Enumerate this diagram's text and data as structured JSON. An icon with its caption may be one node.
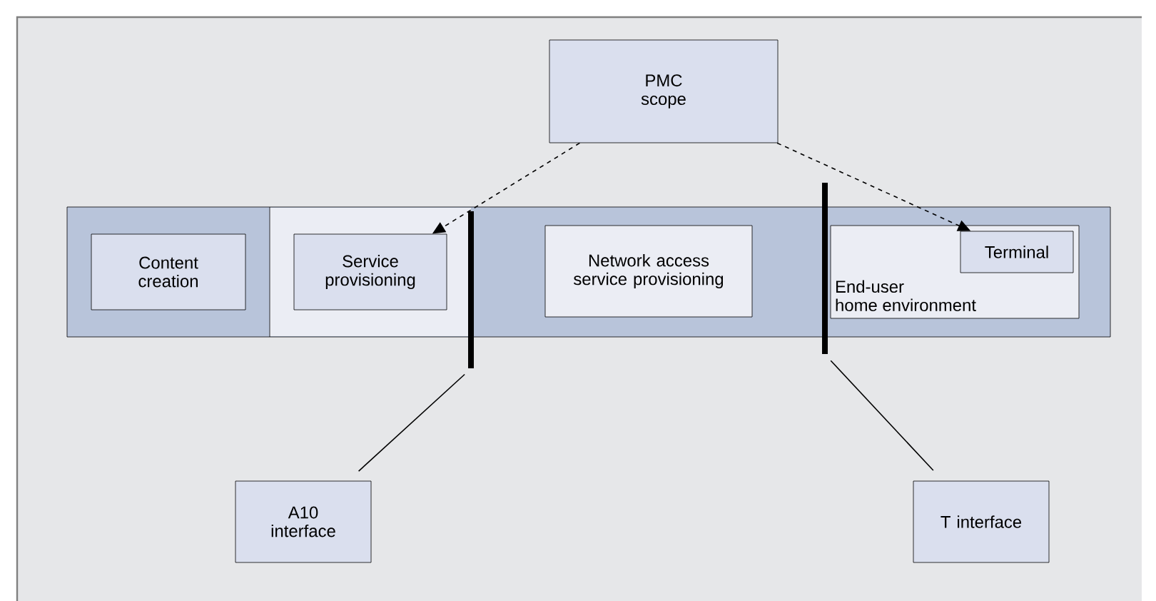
{
  "diagram": {
    "nodes": [
      {
        "text": [
          "PMC scope"
        ]
      },
      {
        "text": [],
        "shape": "box"
      },
      {
        "text": [
          "Content creation"
        ],
        "in": 1
      },
      {
        "text": [
          "Service provisioning"
        ],
        "in": 1
      },
      {
        "text": [
          "Network access service provisioning"
        ],
        "in": 1
      },
      {
        "text": [
          "End-user home environment"
        ],
        "in": 1
      },
      {
        "text": [
          "Terminal"
        ],
        "in": 5
      },
      {
        "text": [],
        "shape": "bar"
      },
      {
        "text": [],
        "shape": "bar"
      },
      {
        "text": [
          "A10 interface"
        ]
      },
      {
        "text": [
          "T interface"
        ]
      }
    ],
    "edges": [
      {
        "from": 0,
        "to": 3,
        "arrow": "to",
        "style": "dashed"
      },
      {
        "from": 0,
        "to": 6,
        "arrow": "to",
        "style": "dashed"
      },
      {
        "from": 9,
        "to": 7,
        "arrow": "none"
      },
      {
        "from": 10,
        "to": 8,
        "arrow": "none"
      }
    ]
  }
}
